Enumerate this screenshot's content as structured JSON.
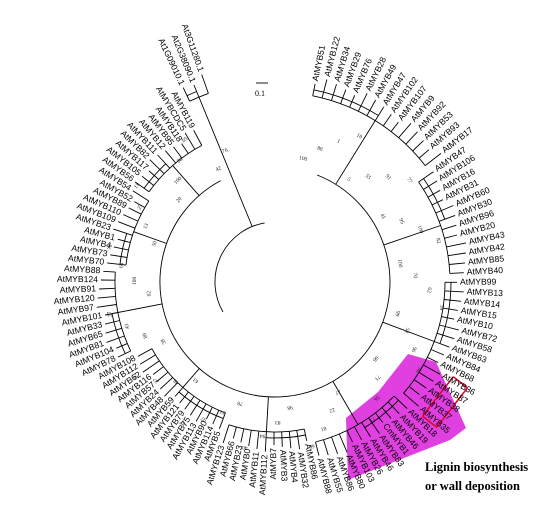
{
  "scale_bar": "0.1",
  "caption": {
    "line1": "Lignin biosynthesis",
    "line2": "or wall deposition"
  },
  "colors": {
    "highlight": "#e040e0",
    "box": "#e0002a",
    "branch": "#000000"
  },
  "taxa": [
    "AtMYB51",
    "AtMYB122",
    "AtMYB34",
    "AtMYB29",
    "AtMYB76",
    "AtMYB28",
    "AtMYB49",
    "AtMYB47",
    "AtMYB102",
    "AtMYB107",
    "AtMYB9",
    "AtMYB92",
    "AtMYB53",
    "AtMYB93",
    "AtMYB17",
    "AtMYB47",
    "AtMYB106",
    "AtMYB16",
    "AtMYB31",
    "AtMYB60",
    "AtMYB30",
    "AtMYB96",
    "AtMYB20",
    "AtMYB43",
    "AtMYB42",
    "AtMYB85",
    "AtMYB40",
    "AtMYB99",
    "AtMYB13",
    "AtMYB14",
    "AtMYB15",
    "AtMYB10",
    "AtMYB72",
    "AtMYB58",
    "AtMYB63",
    "AtMYB84",
    "AtMYB68",
    "AtMYB36",
    "AtMYB87",
    "AtMYB38",
    "AtMYB37",
    "AtMYB35",
    "AtMYB18",
    "AtMYB19",
    "AtMYB46",
    "CmMYB1",
    "AtMYB83",
    "AtMYB46",
    "AtMYB26",
    "AtMYB103",
    "AtMYB80",
    "AtMYB86",
    "AtMYB55",
    "AtMYB88",
    "AtMYB86",
    "AtMYB32",
    "AtMYB4",
    "AtMYB3",
    "AtMYB7",
    "AtMYB112",
    "AtMYB11",
    "AtMYB0",
    "AtMYB23",
    "AtMYB66",
    "AtMYB123",
    "AtMYB5",
    "AtMYB114",
    "AtMYB90",
    "AtMYB113",
    "AtMYB75",
    "AtMYB79",
    "AtMYB121",
    "AtMYB59",
    "AtMYB48",
    "AtMYB24",
    "AtMYB57",
    "AtMYB116",
    "AtMYB62",
    "AtMYB112",
    "AtMYB108",
    "AtMYB78",
    "AtMYB104",
    "AtMYB81",
    "AtMYB65",
    "AtMYB33",
    "AtMYB101",
    "AtMYB97",
    "AtMYB120",
    "AtMYB91",
    "AtMYB124",
    "AtMYB88",
    "AtMYB70",
    "AtMYB73",
    "AtMYB4",
    "AtMYB1",
    "AtMYB23",
    "AtMYB109",
    "AtMYB110",
    "AtMYB89",
    "AtMYB52",
    "AtMYB54",
    "AtMYB56",
    "AtMYB105",
    "AtMYB117",
    "AtMYB82",
    "AtMYB111",
    "AtMYB12",
    "AtMYB95",
    "AtMYB118",
    "AtMYBCDC5",
    "AtMYB119",
    "At1G09010.1",
    "At2G38090.1",
    "At3G11280.1"
  ],
  "bootstrap": [
    "100",
    "80",
    "1",
    "18",
    "5",
    "55",
    "91",
    "77",
    "41",
    "95",
    "100",
    "82",
    "100",
    "70",
    "62",
    "59",
    "99",
    "52",
    "96",
    "90",
    "68",
    "71",
    "56",
    "73",
    "47",
    "22",
    "81",
    "66",
    "98",
    "83",
    "94",
    "40",
    "78",
    "34",
    "97",
    "87",
    "61",
    "48",
    "37",
    "93",
    "38",
    "89",
    "43",
    "27",
    "62",
    "100",
    "64",
    "79",
    "50",
    "13",
    "25",
    "11",
    "20",
    "100",
    "98",
    "65",
    "42",
    "76"
  ]
}
